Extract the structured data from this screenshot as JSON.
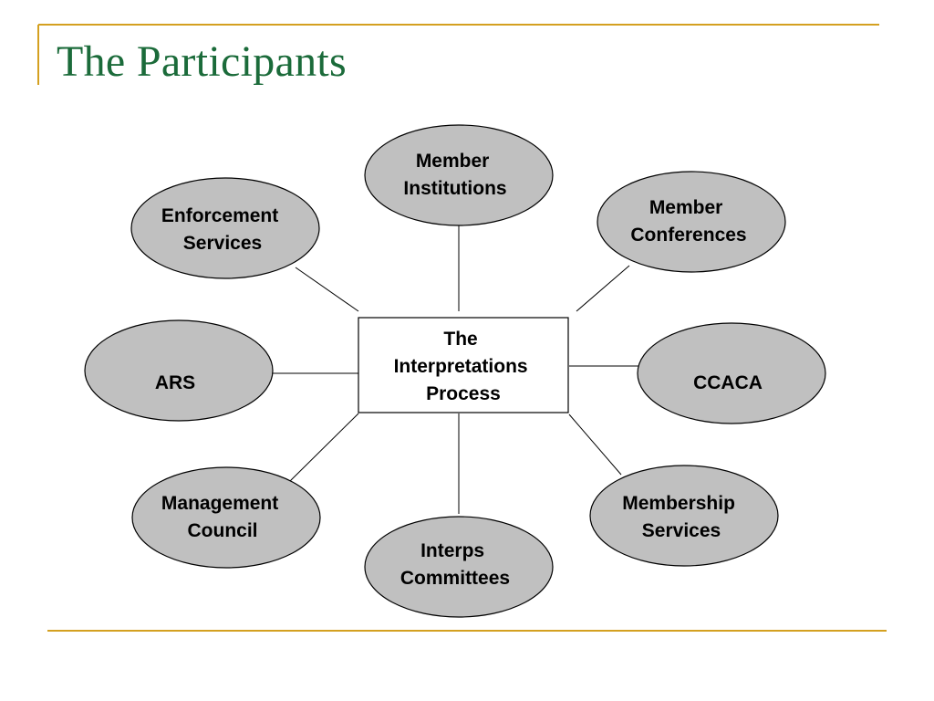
{
  "slide": {
    "title": "The Participants",
    "accent_color": "#d4a020",
    "title_color": "#1b6b3a"
  },
  "diagram": {
    "center": {
      "lines": [
        "The",
        "Interpretations",
        "Process"
      ]
    },
    "nodes": [
      {
        "id": "member-institutions",
        "lines": [
          "Member",
          "Institutions"
        ]
      },
      {
        "id": "member-conferences",
        "lines": [
          "Member",
          "Conferences"
        ]
      },
      {
        "id": "ccaca",
        "lines": [
          "CCACA"
        ]
      },
      {
        "id": "membership-services",
        "lines": [
          "Membership",
          "Services"
        ]
      },
      {
        "id": "interps-committees",
        "lines": [
          "Interps",
          "Committees"
        ]
      },
      {
        "id": "management-council",
        "lines": [
          "Management",
          "Council"
        ]
      },
      {
        "id": "ars",
        "lines": [
          "ARS"
        ]
      },
      {
        "id": "enforcement-services",
        "lines": [
          "Enforcement",
          "Services"
        ]
      }
    ],
    "node_fill": "#c0c0c0",
    "stroke_color": "#000000"
  }
}
